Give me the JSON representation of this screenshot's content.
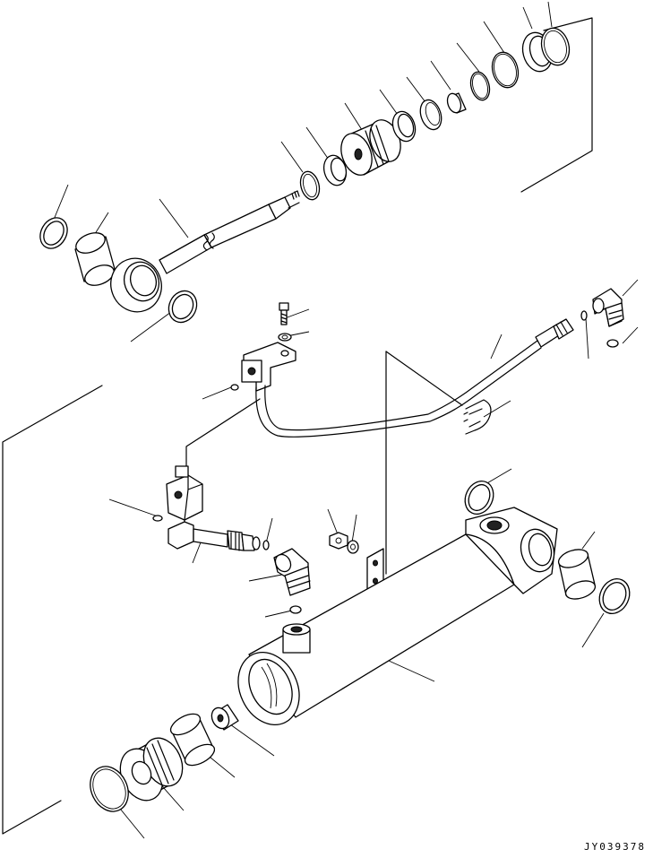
{
  "drawing": {
    "code": "JY039378",
    "parts": [
      {
        "id": "rod-end-seal",
        "icon": "seal-ring-icon"
      },
      {
        "id": "rod-end-bushing",
        "icon": "bushing-icon"
      },
      {
        "id": "piston-rod",
        "icon": "piston-rod-icon"
      },
      {
        "id": "rod-eye-seal",
        "icon": "seal-ring-icon"
      },
      {
        "id": "rod-retaining-ring",
        "icon": "ring-icon"
      },
      {
        "id": "piston-wear-ring",
        "icon": "ring-icon"
      },
      {
        "id": "piston",
        "icon": "piston-icon"
      },
      {
        "id": "piston-seal",
        "icon": "seal-ring-icon"
      },
      {
        "id": "piston-backup-ring",
        "icon": "ring-icon"
      },
      {
        "id": "piston-collar",
        "icon": "collar-icon"
      },
      {
        "id": "piston-o-ring",
        "icon": "o-ring-icon"
      },
      {
        "id": "snap-ring",
        "icon": "snap-ring-icon"
      },
      {
        "id": "end-seal-pair",
        "icon": "seal-ring-icon"
      },
      {
        "id": "bolt",
        "icon": "bolt-icon"
      },
      {
        "id": "washer",
        "icon": "washer-icon"
      },
      {
        "id": "tube-bracket",
        "icon": "bracket-icon"
      },
      {
        "id": "o-ring-small",
        "icon": "o-ring-icon"
      },
      {
        "id": "hydraulic-tube",
        "icon": "tube-icon"
      },
      {
        "id": "u-clamp",
        "icon": "clamp-icon"
      },
      {
        "id": "elbow-fitting",
        "icon": "elbow-fitting-icon"
      },
      {
        "id": "tee-block",
        "icon": "tee-block-icon"
      },
      {
        "id": "hose-fitting",
        "icon": "hose-fitting-icon"
      },
      {
        "id": "nut",
        "icon": "nut-icon"
      },
      {
        "id": "cylinder-tube",
        "icon": "cylinder-tube-icon"
      },
      {
        "id": "bottom-bushing",
        "icon": "bushing-icon"
      },
      {
        "id": "cylinder-head",
        "icon": "cylinder-head-icon"
      },
      {
        "id": "head-seal",
        "icon": "seal-ring-icon"
      }
    ]
  }
}
